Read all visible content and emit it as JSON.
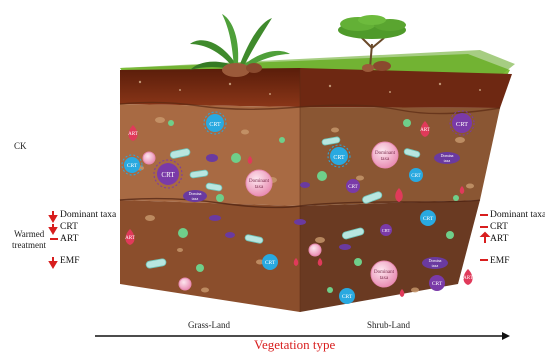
{
  "left": {
    "ck": "CK",
    "warmed": [
      "Warmed",
      "treatment"
    ],
    "legend": [
      "Dominant taxa",
      "CRT",
      "ART",
      "EMF"
    ]
  },
  "right": {
    "legend": [
      "Dominant taxa",
      "CRT",
      "ART",
      "EMF"
    ]
  },
  "sections": {
    "left": "Grass-Land",
    "right": "Shrub-Land"
  },
  "x_axis": "Vegetation type",
  "microbes": {
    "crt": "CRT",
    "art": "ART",
    "dominant": [
      "Dominant",
      "taxa"
    ],
    "dominant_small": [
      "Domina",
      "taxa"
    ],
    "emf": "EMF"
  },
  "colors": {
    "topsoil": "#7a2e14",
    "middle": "#a86a43",
    "middle_right": "#8a5633",
    "bottom": "#8b4e2c",
    "bottom_right": "#6a3a22",
    "grass": "#7dbf3a",
    "crt": "#29a9e0",
    "art": "#e03a5a",
    "dominant": "#f2a7c3",
    "emf": "#6a3aa0",
    "arrow_red": "#d81e1e"
  }
}
